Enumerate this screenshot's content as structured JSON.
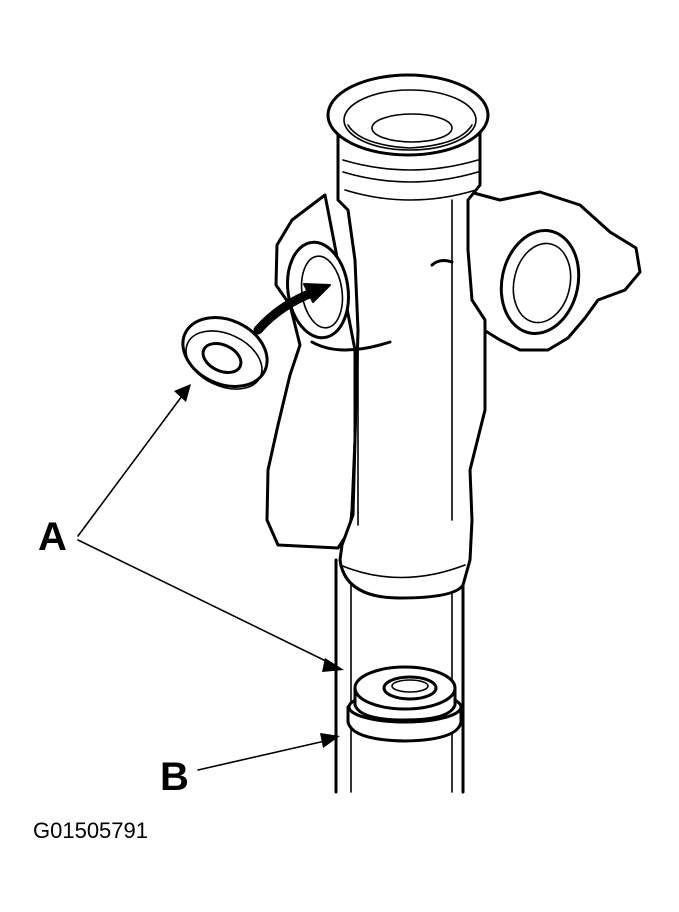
{
  "labels": {
    "callout_a": "A",
    "callout_b": "B"
  },
  "figure_id": "G01505791",
  "colors": {
    "ink": "#000000",
    "paper": "#ffffff"
  }
}
